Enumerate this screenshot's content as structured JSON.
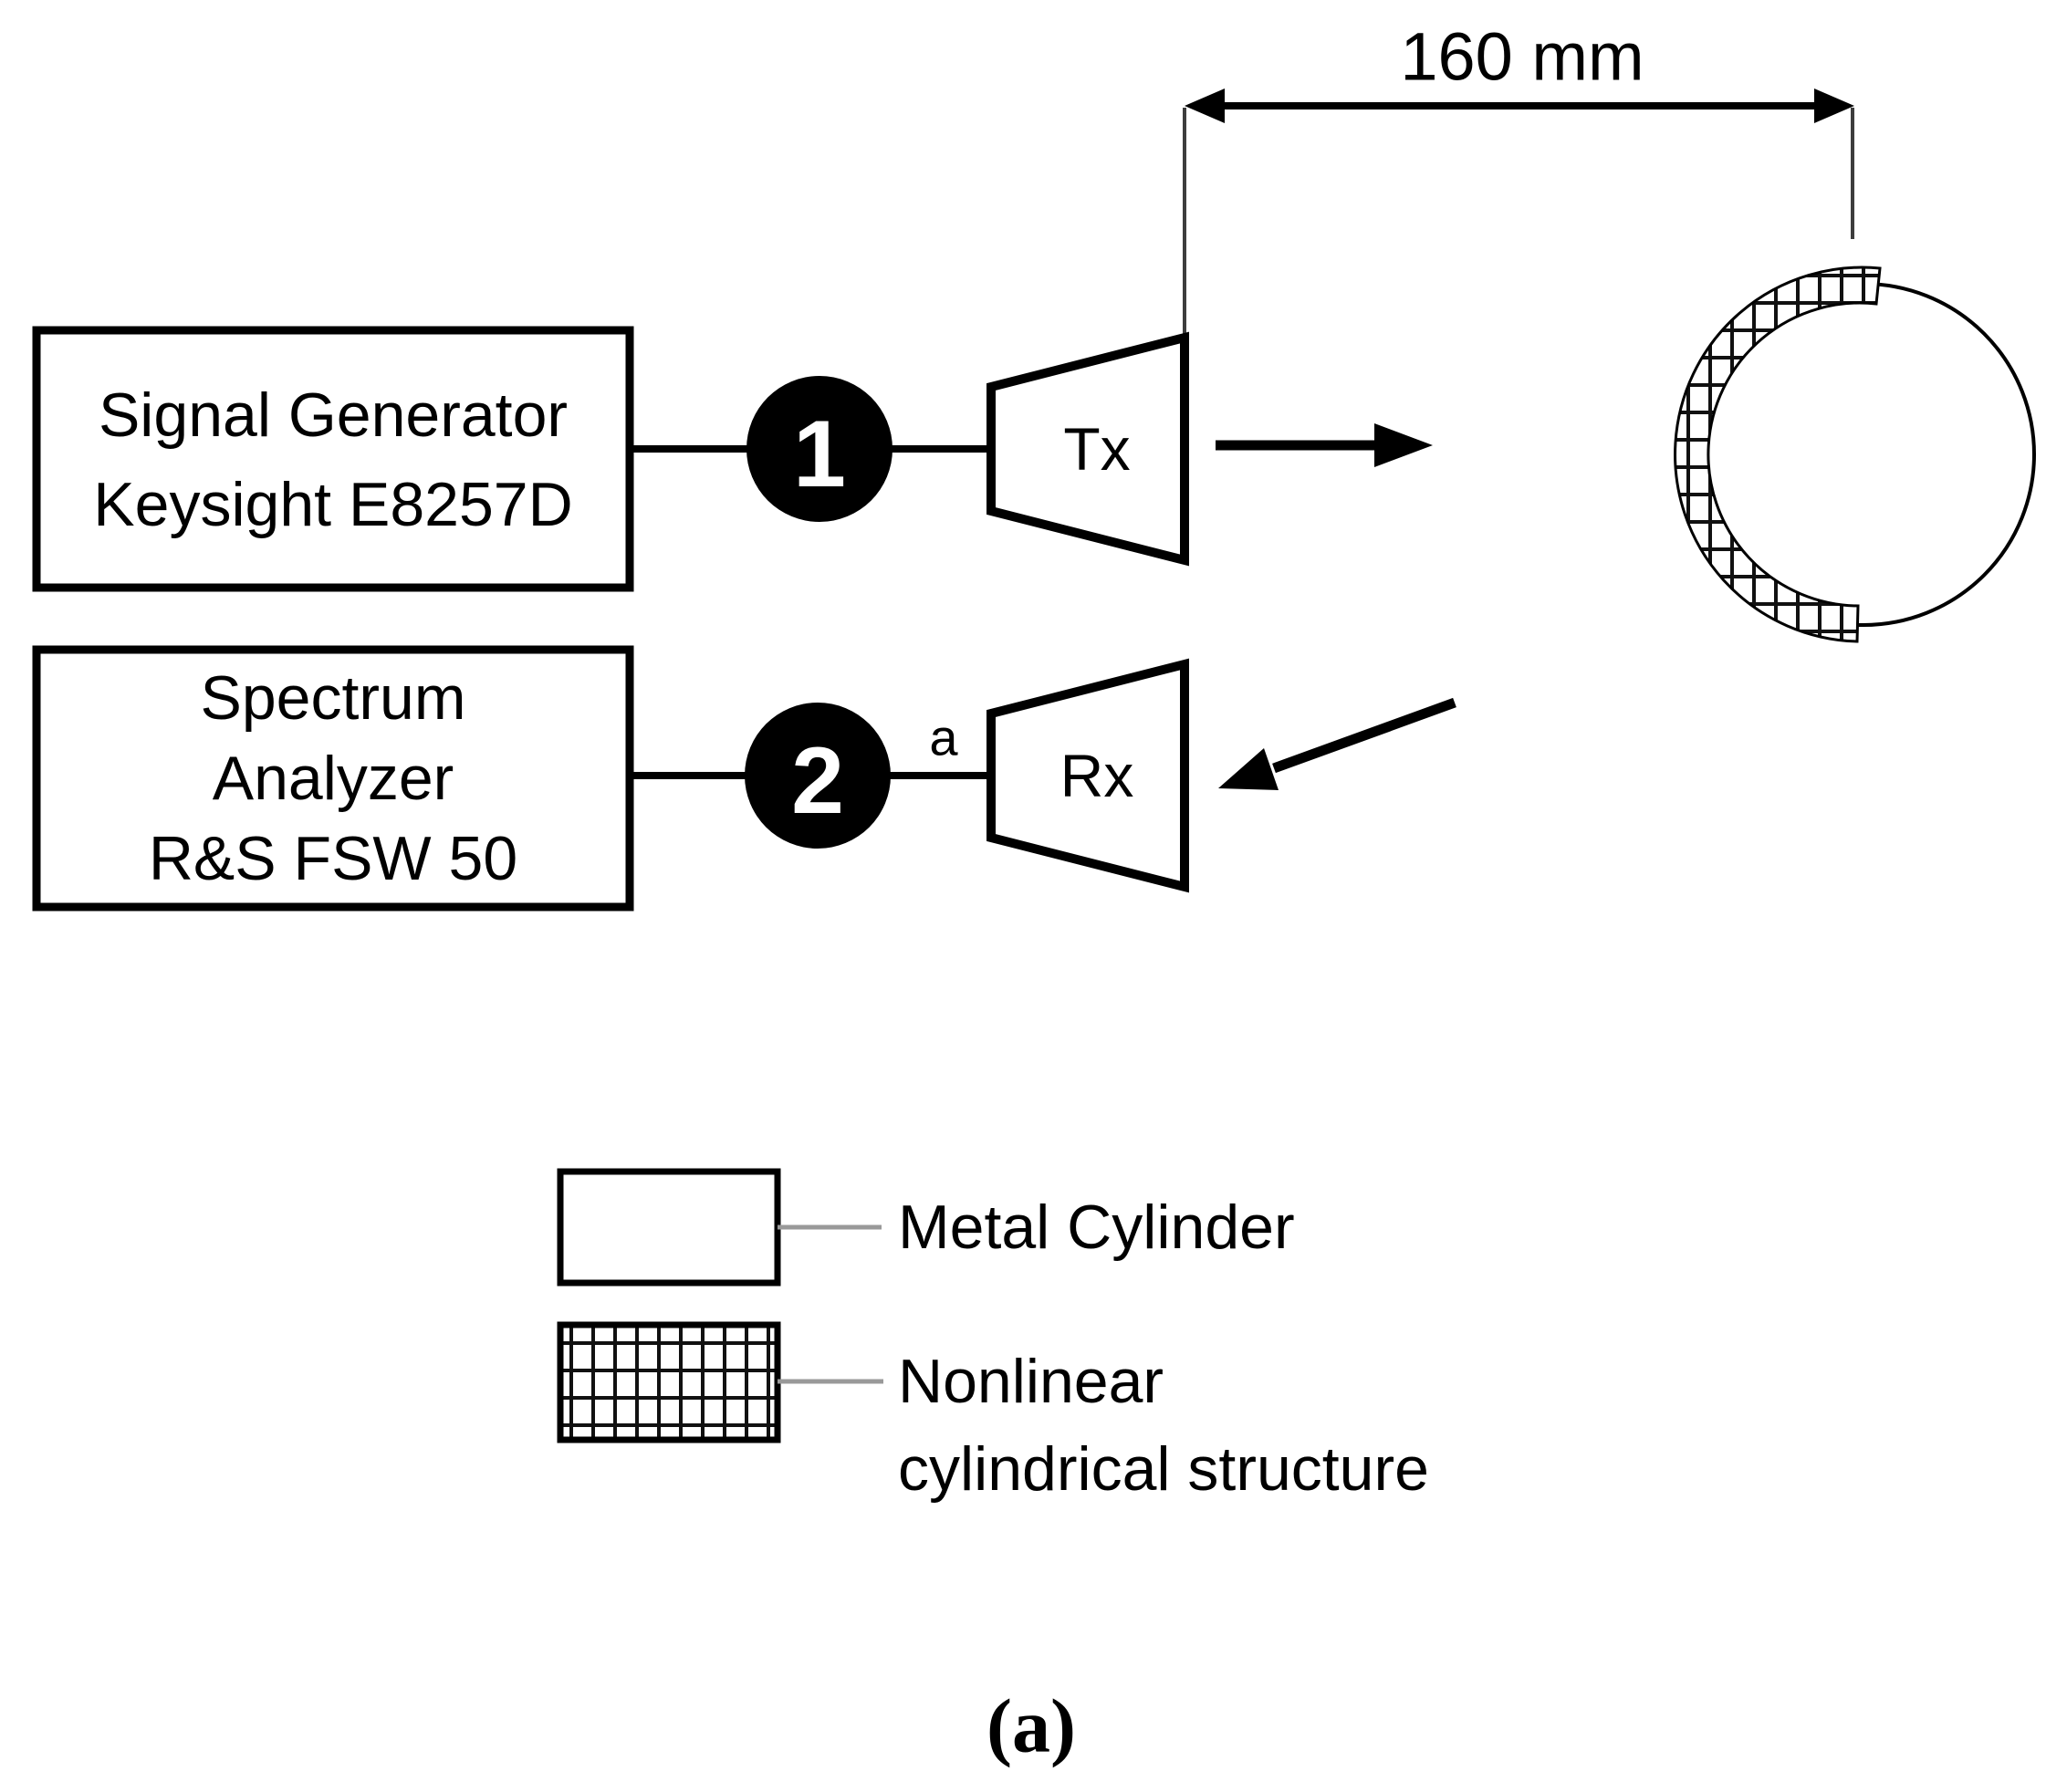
{
  "diagram": {
    "dimension": {
      "label": "160 mm"
    },
    "signal_generator": {
      "line1": "Signal Generator",
      "line2": "Keysight E8257D"
    },
    "spectrum_analyzer": {
      "line1": "Spectrum",
      "line2": "Analyzer",
      "line3": "R&S FSW 50"
    },
    "connector1": {
      "label": "1"
    },
    "connector2": {
      "label": "2"
    },
    "port": {
      "label": "a"
    },
    "tx": {
      "label": "Tx"
    },
    "rx": {
      "label": "Rx"
    },
    "legend": {
      "metal_cylinder": {
        "label": "Metal Cylinder"
      },
      "nonlinear": {
        "line1": "Nonlinear",
        "line2": "cylindrical structure"
      }
    },
    "caption": {
      "label": "(a)"
    },
    "colors": {
      "ink": "#000000",
      "leader_line": "#999999",
      "extension_line": "#3d3d3d",
      "connector_fill": "#000000",
      "connector_text": "#ffffff",
      "background": "#ffffff"
    }
  }
}
